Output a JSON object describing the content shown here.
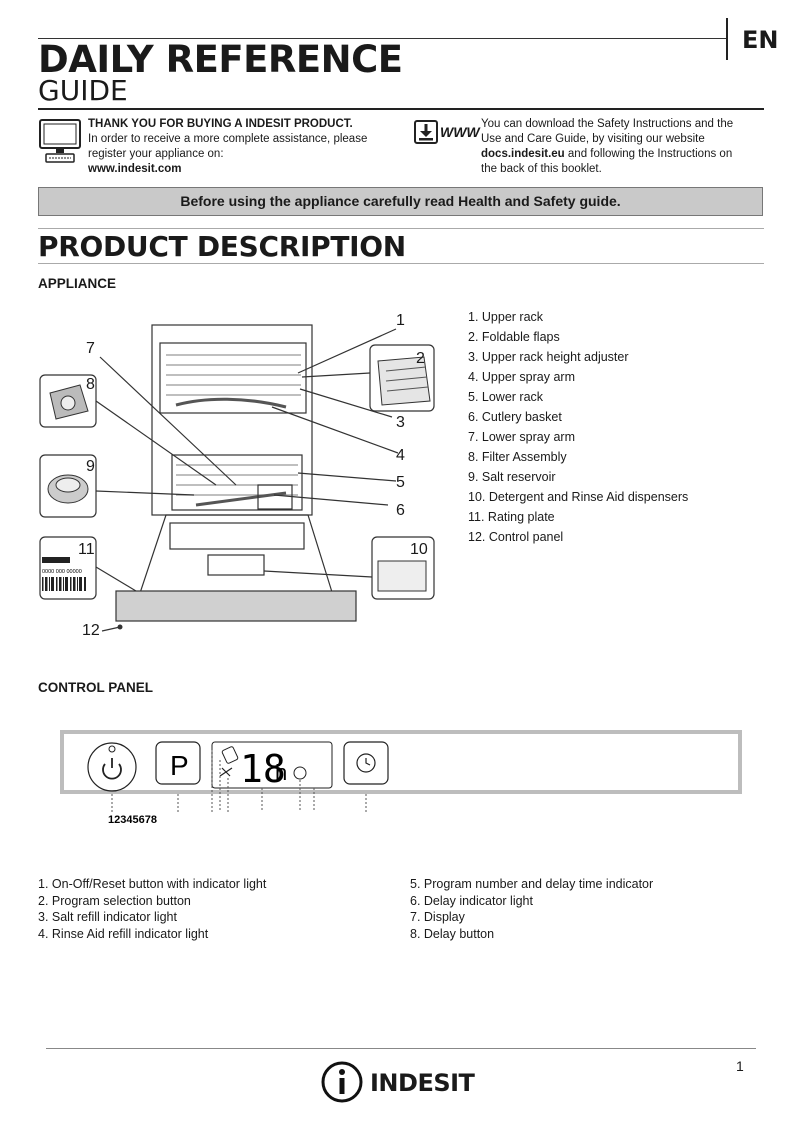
{
  "header": {
    "lang": "EN",
    "title_line1": "DAILY REFERENCE",
    "title_line2": "GUIDE"
  },
  "intro_left": {
    "heading": "THANK YOU FOR BUYING A INDESIT PRODUCT.",
    "line1": "In order to receive a more complete  assistance, please",
    "line2": "register your appliance on:",
    "url": "www.indesit.com",
    "icon": "computer-monitor-icon"
  },
  "intro_right": {
    "line1": "You can download the Safety Instructions and the",
    "line2": "Use and Care Guide, by visiting our website",
    "url": "docs.indesit.eu",
    "line3_rest": " and following  the Instructions on",
    "line4": "the back of this booklet.",
    "icon_text": "WWW",
    "icon": "download-www-icon"
  },
  "banner": "Before using the appliance carefully read Health and Safety guide.",
  "section_title": "PRODUCT  DESCRIPTION",
  "appliance": {
    "heading": "APPLIANCE",
    "callouts": [
      "1",
      "2",
      "3",
      "4",
      "5",
      "6",
      "7",
      "8",
      "9",
      "10",
      "11",
      "12"
    ],
    "rating_plate_text": "0000 000 00000",
    "items": [
      "1.  Upper rack",
      "2.  Foldable flaps",
      "3.  Upper rack height adjuster",
      "4.  Upper spray arm",
      "5.  Lower rack",
      "6.  Cutlery basket",
      "7.  Lower spray arm",
      "8.  Filter Assembly",
      "9.  Salt reservoir",
      "10.  Detergent and Rinse Aid dispensers",
      "11.  Rating plate",
      "12.  Control panel"
    ]
  },
  "control_panel": {
    "heading": "CONTROL PANEL",
    "program_label": "P",
    "display_digits": "18",
    "display_unit": "h",
    "callout_numbers": "12345678",
    "items_left": [
      "1.  On-Off/Reset button with indicator light",
      "2.  Program selection button",
      "3.  Salt refill indicator light",
      "4.  Rinse Aid refill indicator light"
    ],
    "items_right": [
      "5.  Program number and delay time indicator",
      "6.  Delay indicator light",
      "7.  Display",
      "8.  Delay button"
    ]
  },
  "footer": {
    "brand": "INDESIT",
    "page_number": "1"
  }
}
